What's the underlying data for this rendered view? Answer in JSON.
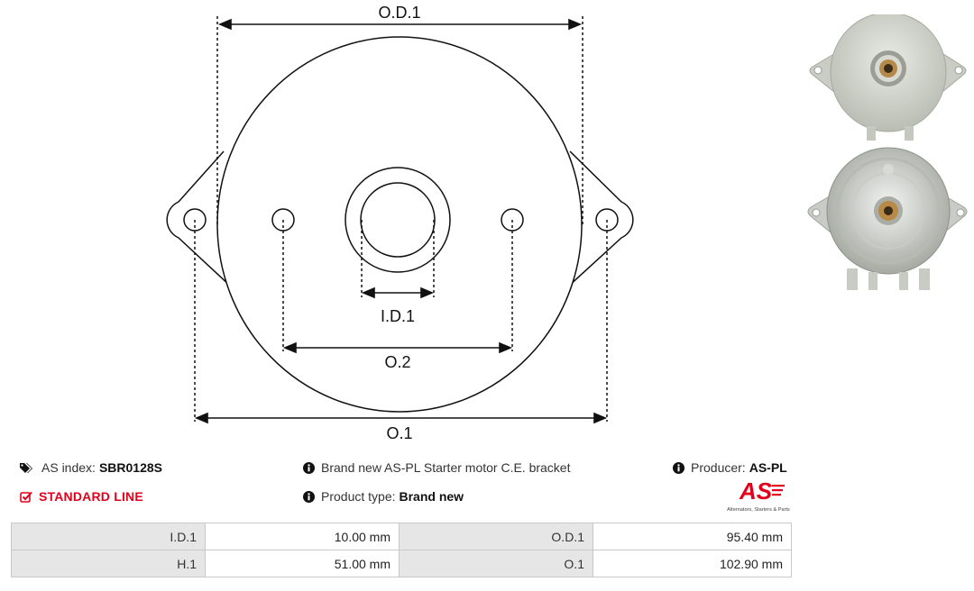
{
  "diagram": {
    "labels": {
      "od1": "O.D.1",
      "id1": "I.D.1",
      "o2": "O.2",
      "o1": "O.1"
    }
  },
  "info": {
    "index_label": "AS index:",
    "index_value": "SBR0128S",
    "line": "STANDARD LINE",
    "description": "Brand new AS-PL Starter motor C.E. bracket",
    "product_type_label": "Product type:",
    "product_type_value": "Brand new",
    "producer_label": "Producer:",
    "producer_value": "AS-PL"
  },
  "logo": {
    "text": "AS",
    "tagline": "Alternators, Starters & Parts"
  },
  "specs": {
    "rows": [
      [
        {
          "k": "I.D.1",
          "v": "10.00 mm"
        },
        {
          "k": "O.D.1",
          "v": "95.40 mm"
        }
      ],
      [
        {
          "k": "H.1",
          "v": "51.00 mm"
        },
        {
          "k": "O.1",
          "v": "102.90 mm"
        }
      ]
    ]
  },
  "colors": {
    "accent": "#e2001a",
    "line": "#111111",
    "header_cell": "#e6e6e6"
  },
  "icons": {
    "tags": "tags-icon",
    "info": "info-circle-icon",
    "check": "check-square-icon"
  }
}
